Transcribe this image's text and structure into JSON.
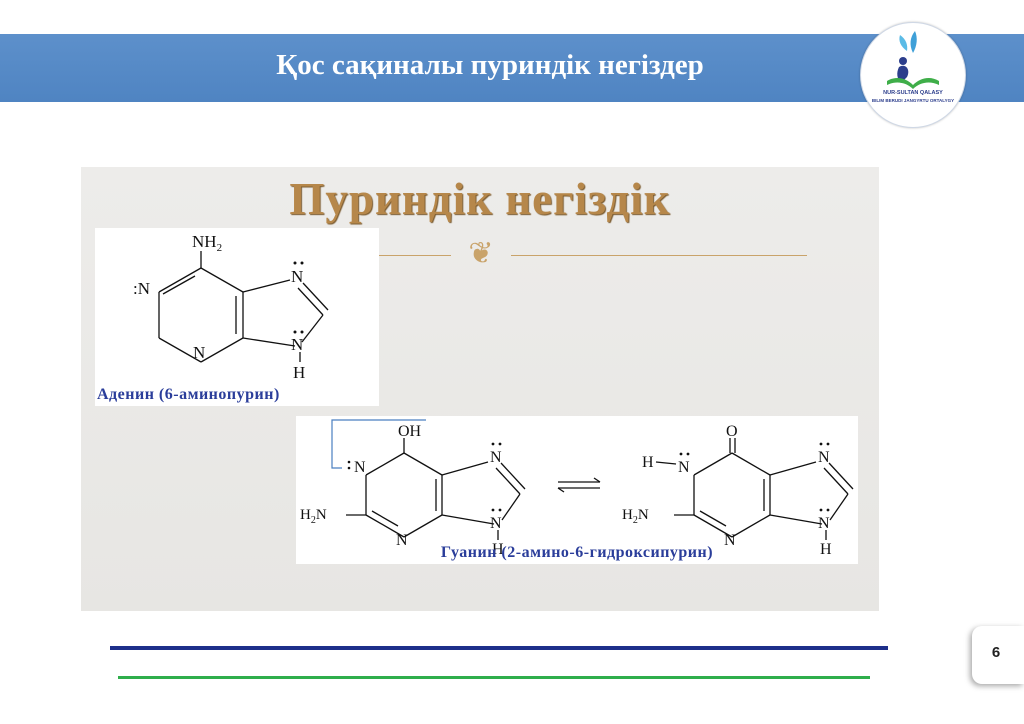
{
  "slide": {
    "title": "Қос сақиналы пуриндік негіздер",
    "page_number": "6"
  },
  "logo": {
    "line1": "NUR-SULTAN QALASY",
    "line2": "BILIM BERUDI JANGYRTU ORTALYGY"
  },
  "picture": {
    "heading": "Пуриндік негіздік",
    "ornament": "❦"
  },
  "adenine": {
    "nh2": "NH",
    "nh2_sub": "2",
    "n1": ":N",
    "n3": "N",
    "n7": "N",
    "n9": "N",
    "h9": "H",
    "caption": "Аденин (6-аминопурин)"
  },
  "guanine": {
    "oh": "OH",
    "n1": "N",
    "n3": "N",
    "n7": "N",
    "n9": "N",
    "h9": "H",
    "h2n": "H",
    "h2n_sub": "2",
    "h2n_n": "N",
    "k_o": "O",
    "k_h1": "H",
    "k_n1": "N",
    "k_n3": "N",
    "k_n7": "N",
    "k_n9": "N",
    "k_h9": "H",
    "k_h2n": "H",
    "k_h2n_sub": "2",
    "k_h2n_n": "N",
    "caption": "Гуанин (2-амино-6-гидроксипурин)"
  },
  "colors": {
    "header": "#4f84c2",
    "heading_gold": "#b6874a",
    "caption_blue": "#2a3d9a",
    "line_blue": "#1d2f8a",
    "line_green": "#2fae4b"
  }
}
